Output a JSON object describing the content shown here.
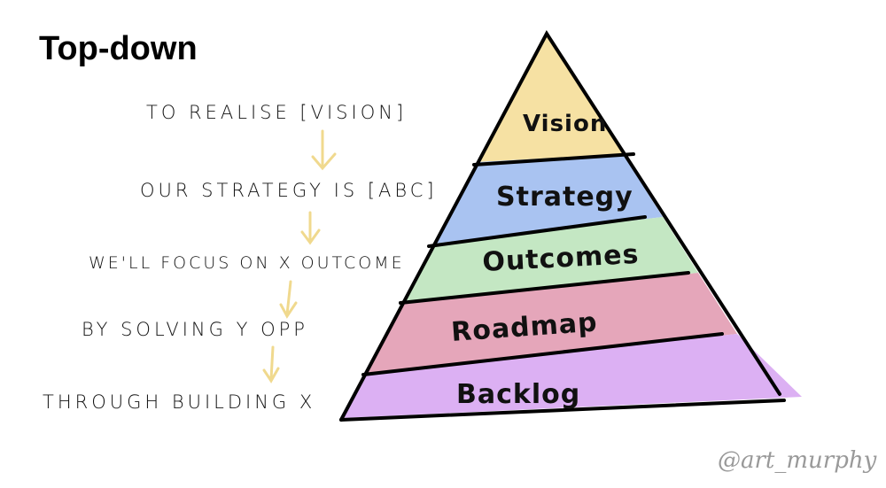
{
  "title": "Top-down",
  "statements": [
    "To realise [Vision]",
    "Our strategy is [ABC]",
    "We'll focus on X outcome",
    "By solving Y opp",
    "Through building X"
  ],
  "pyramid": {
    "layers": [
      {
        "label": "Vision",
        "color": "#f6e1a3"
      },
      {
        "label": "Strategy",
        "color": "#a9c3f1"
      },
      {
        "label": "Outcomes",
        "color": "#c4e7c3"
      },
      {
        "label": "Roadmap",
        "color": "#e5a6ba"
      },
      {
        "label": "Backlog",
        "color": "#dcb0f3"
      }
    ]
  },
  "arrow_color": "#f0d98e",
  "signature": "@art_murphy"
}
